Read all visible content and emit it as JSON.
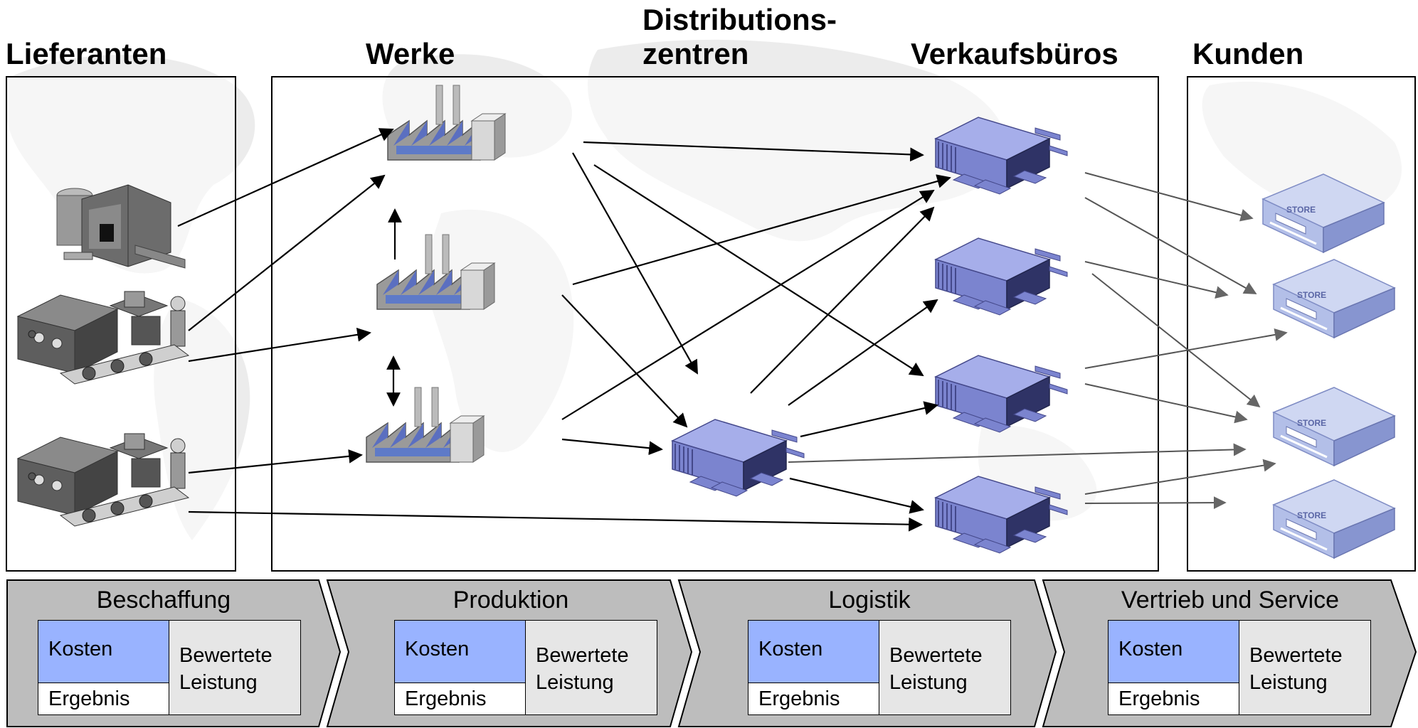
{
  "columns": {
    "lieferanten": "Lieferanten",
    "werke": "Werke",
    "distributionszentren_line1": "Distributions-",
    "distributionszentren_line2": "zentren",
    "verkaufsbueros": "Verkaufsbüros",
    "kunden": "Kunden"
  },
  "stages": [
    {
      "title": "Beschaffung",
      "kosten": "Kosten",
      "ergebnis": "Ergebnis",
      "bewertete_line1": "Bewertete",
      "bewertete_line2": "Leistung"
    },
    {
      "title": "Produktion",
      "kosten": "Kosten",
      "ergebnis": "Ergebnis",
      "bewertete_line1": "Bewertete",
      "bewertete_line2": "Leistung"
    },
    {
      "title": "Logistik",
      "kosten": "Kosten",
      "ergebnis": "Ergebnis",
      "bewertete_line1": "Bewertete",
      "bewertete_line2": "Leistung"
    },
    {
      "title": "Vertrieb und Service",
      "kosten": "Kosten",
      "ergebnis": "Ergebnis",
      "bewertete_line1": "Bewertete",
      "bewertete_line2": "Leistung"
    }
  ],
  "store_sign": "STORE",
  "colors": {
    "kosten_fill": "#99b3ff",
    "bewertete_fill": "#e6e6e6",
    "ergebnis_fill": "#ffffff",
    "chevron_fill": "#bdbdbd",
    "warehouse_blue": "#8a93d6",
    "store_blue": "#b3bfe8",
    "world_map": "#ececec"
  },
  "icons": {
    "supplier_1": "industrial-plant-icon",
    "supplier_2": "conveyor-machine-icon",
    "supplier_3": "conveyor-machine-icon",
    "plants": "factory-icon",
    "distribution_center": "warehouse-icon",
    "sales_offices": "warehouse-icon",
    "customers": "store-icon"
  }
}
